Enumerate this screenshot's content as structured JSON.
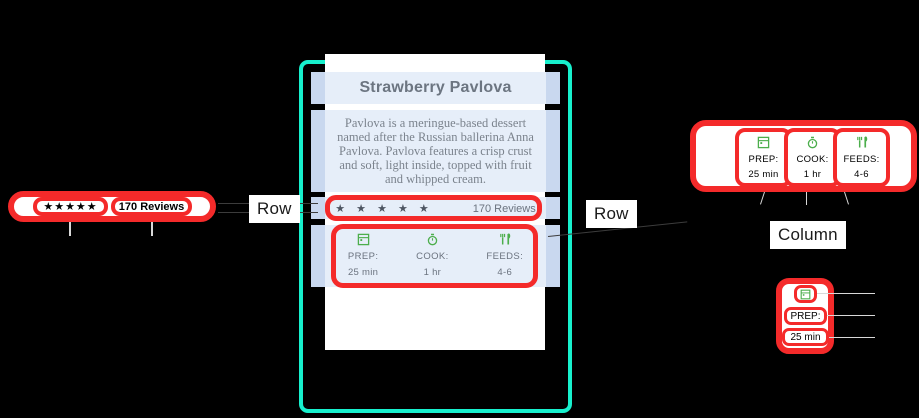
{
  "recipe_card": {
    "title": "Strawberry Pavlova",
    "description": "Pavlova is a meringue-based dessert named after the Russian ballerina Anna Pavlova. Pavlova features a crisp crust and soft, light inside, topped with fruit and whipped cream.",
    "review_row": {
      "stars": "★ ★ ★ ★ ★",
      "review_count": "170 Reviews"
    },
    "meta_row": [
      {
        "icon": "calendar-icon",
        "key": "PREP:",
        "value": "25 min"
      },
      {
        "icon": "timer-icon",
        "key": "COOK:",
        "value": "1 hr"
      },
      {
        "icon": "utensils-icon",
        "key": "FEEDS:",
        "value": "4-6"
      }
    ]
  },
  "annotations": {
    "row_label_left": "Row",
    "row_label_right": "Row",
    "column_label": "Column"
  },
  "left_callout": {
    "stars": "★★★★★",
    "review_count": "170 Reviews"
  },
  "right_callout": {
    "columns": [
      {
        "icon": "calendar-icon",
        "key": "PREP:",
        "value": "25 min"
      },
      {
        "icon": "timer-icon",
        "key": "COOK:",
        "value": "1 hr"
      },
      {
        "icon": "utensils-icon",
        "key": "FEEDS:",
        "value": "4-6"
      }
    ]
  },
  "single_column_callout": {
    "icon": "calendar-icon",
    "key": "PREP:",
    "value": "25 min"
  },
  "colors": {
    "highlight": "#f42a2a",
    "frame": "#17f0cd",
    "icon_green": "#4cae4c",
    "card_bg": "#e6eef9",
    "card_band": "#c9d8ef",
    "background": "#000000"
  }
}
